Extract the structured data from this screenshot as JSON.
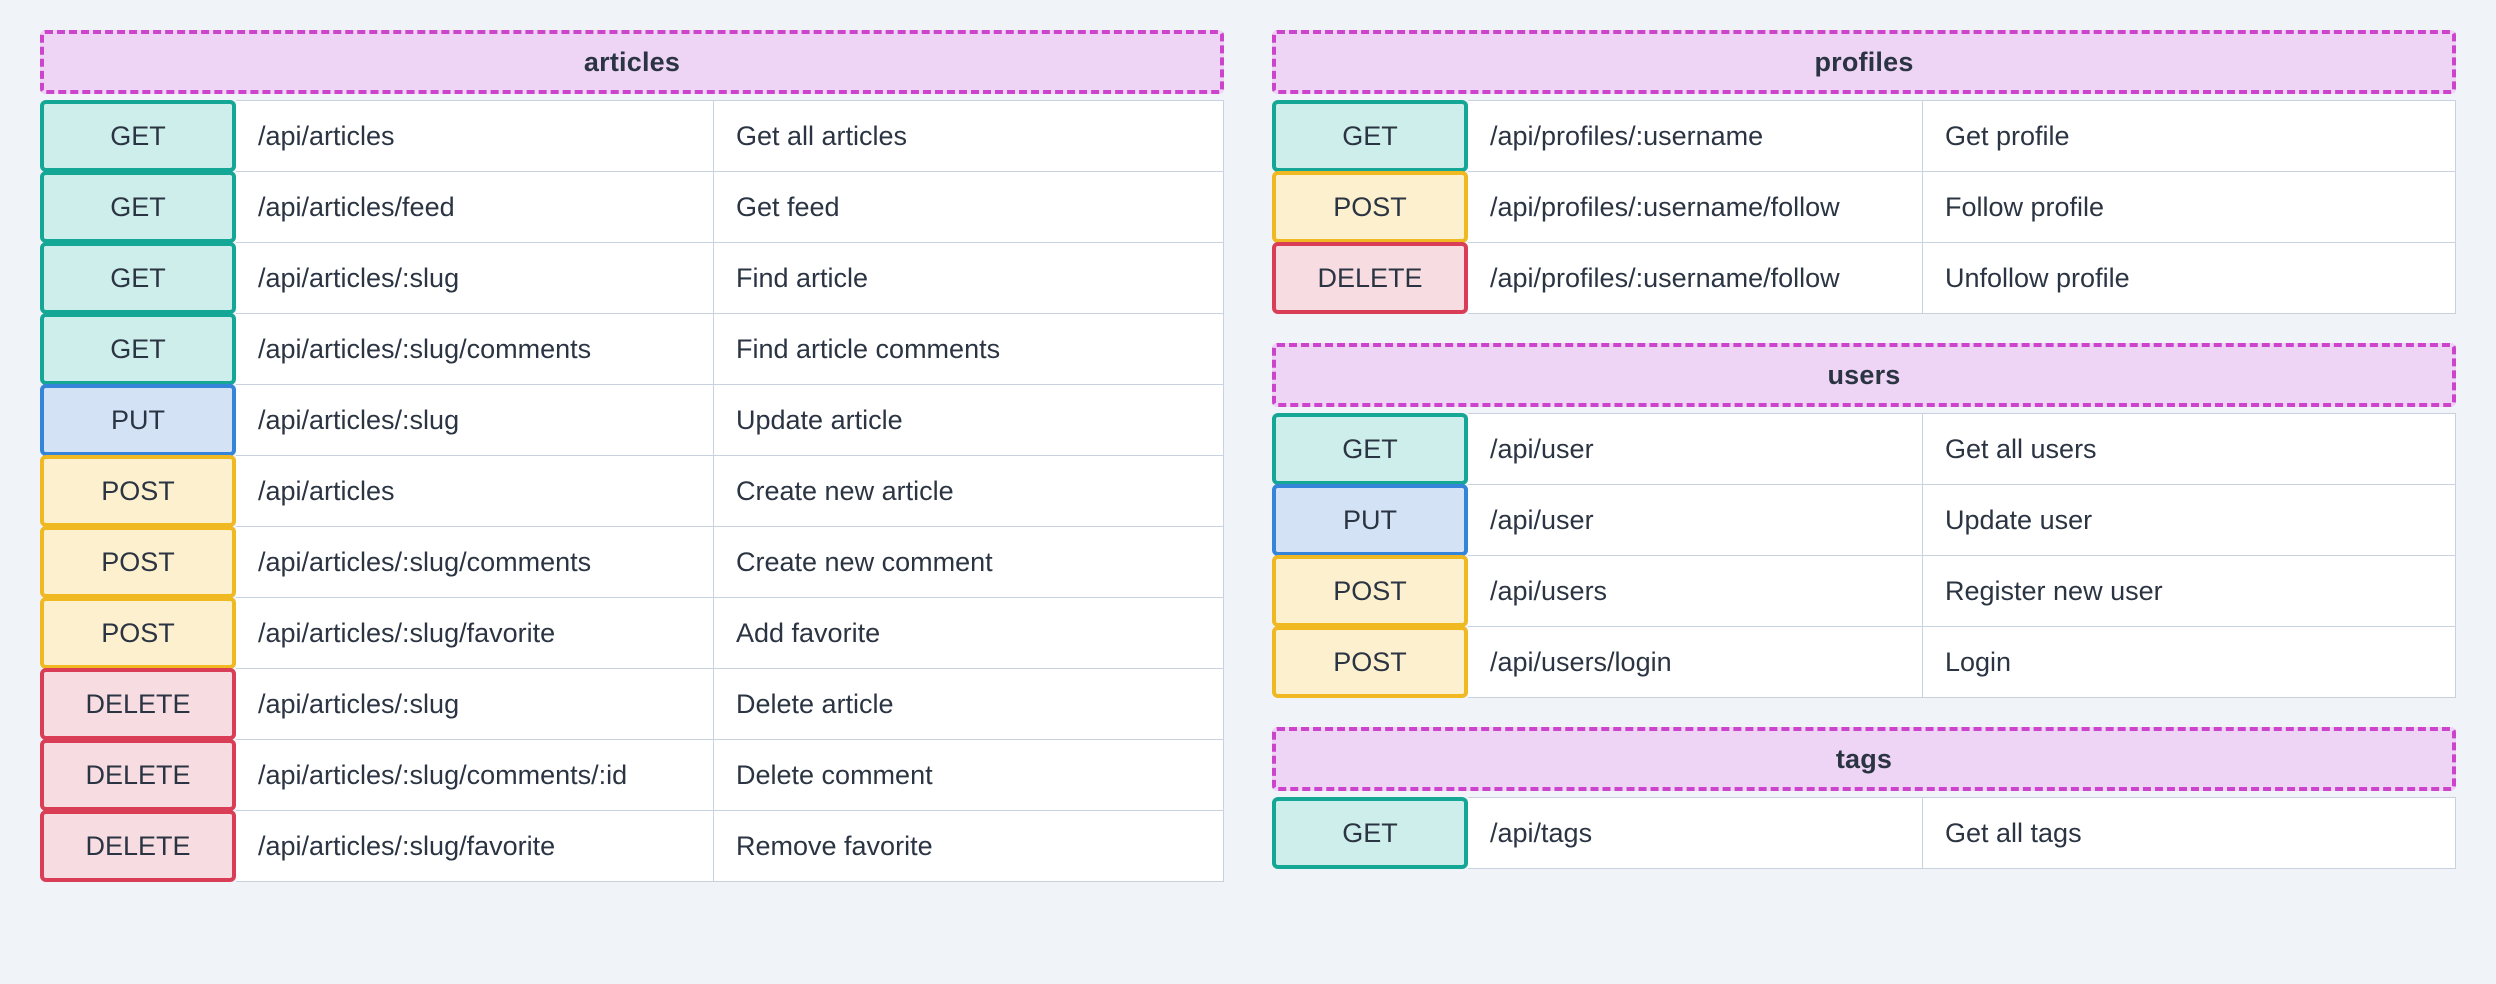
{
  "page": {
    "background_color": "#f0f3f7",
    "text_color": "#2b3442"
  },
  "method_colors": {
    "GET": {
      "fill": "#cdeeea",
      "border": "#15a795"
    },
    "PUT": {
      "fill": "#d3e2f5",
      "border": "#3485da"
    },
    "POST": {
      "fill": "#fdf0ce",
      "border": "#f0b821"
    },
    "DELETE": {
      "fill": "#f7dde1",
      "border": "#d93e56"
    }
  },
  "group_header_style": {
    "fill": "#efd5f5",
    "border": "#cc44cc",
    "border_style": "dashed"
  },
  "columns": {
    "left": [
      {
        "id": "articles",
        "title": "articles",
        "rows": [
          {
            "method": "GET",
            "path": "/api/articles",
            "description": "Get all articles"
          },
          {
            "method": "GET",
            "path": "/api/articles/feed",
            "description": "Get feed"
          },
          {
            "method": "GET",
            "path": "/api/articles/:slug",
            "description": "Find article"
          },
          {
            "method": "GET",
            "path": "/api/articles/:slug/comments",
            "description": "Find article comments"
          },
          {
            "method": "PUT",
            "path": "/api/articles/:slug",
            "description": "Update article"
          },
          {
            "method": "POST",
            "path": "/api/articles",
            "description": "Create new article"
          },
          {
            "method": "POST",
            "path": "/api/articles/:slug/comments",
            "description": "Create new comment"
          },
          {
            "method": "POST",
            "path": "/api/articles/:slug/favorite",
            "description": "Add favorite"
          },
          {
            "method": "DELETE",
            "path": "/api/articles/:slug",
            "description": "Delete article"
          },
          {
            "method": "DELETE",
            "path": "/api/articles/:slug/comments/:id",
            "description": "Delete comment"
          },
          {
            "method": "DELETE",
            "path": "/api/articles/:slug/favorite",
            "description": "Remove favorite"
          }
        ]
      }
    ],
    "right": [
      {
        "id": "profiles",
        "title": "profiles",
        "rows": [
          {
            "method": "GET",
            "path": "/api/profiles/:username",
            "description": "Get profile"
          },
          {
            "method": "POST",
            "path": "/api/profiles/:username/follow",
            "description": "Follow profile"
          },
          {
            "method": "DELETE",
            "path": "/api/profiles/:username/follow",
            "description": "Unfollow profile"
          }
        ]
      },
      {
        "id": "users",
        "title": "users",
        "rows": [
          {
            "method": "GET",
            "path": "/api/user",
            "description": "Get all users"
          },
          {
            "method": "PUT",
            "path": "/api/user",
            "description": "Update user"
          },
          {
            "method": "POST",
            "path": "/api/users",
            "description": "Register new user"
          },
          {
            "method": "POST",
            "path": "/api/users/login",
            "description": "Login"
          }
        ]
      },
      {
        "id": "tags",
        "title": "tags",
        "rows": [
          {
            "method": "GET",
            "path": "/api/tags",
            "description": "Get all tags"
          }
        ]
      }
    ]
  }
}
